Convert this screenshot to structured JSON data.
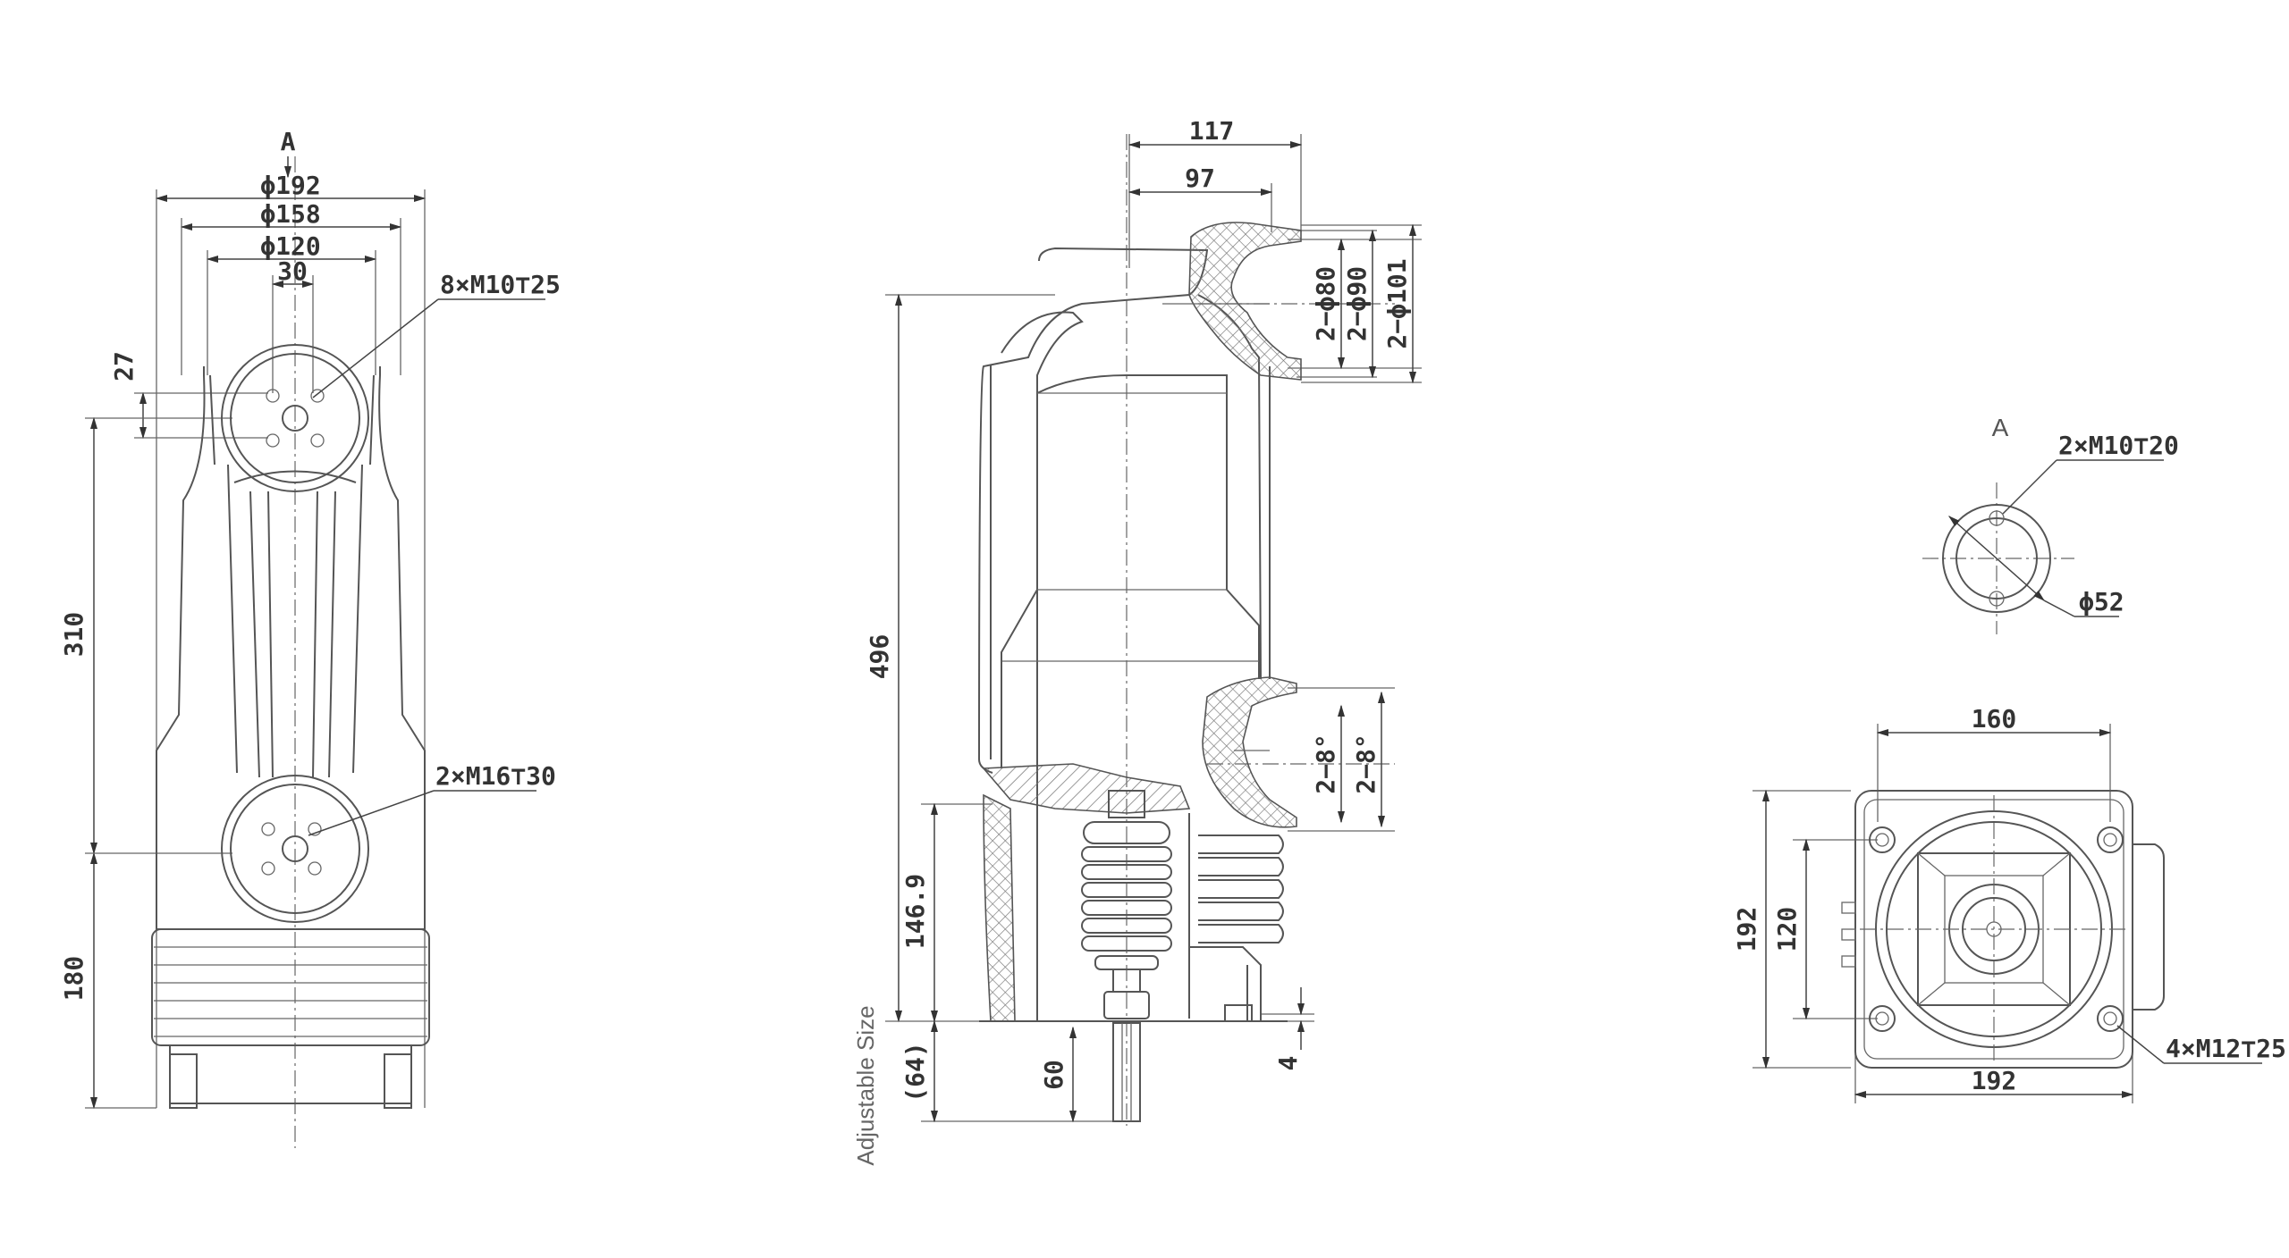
{
  "views": {
    "front": {
      "view_arrow": "A",
      "dim_phi192": "ϕ192",
      "dim_phi158": "ϕ158",
      "dim_phi120": "ϕ120",
      "dim_30": "30",
      "dim_27": "27",
      "dim_310": "310",
      "dim_180": "180",
      "note_top_holes": "8×M10⊤25",
      "note_bottom_holes": "2×M16⊤30"
    },
    "side": {
      "dim_117": "117",
      "dim_97": "97",
      "dim_2phi80": "2−ϕ80",
      "dim_2phi90": "2−ϕ90",
      "dim_2phi101": "2−ϕ101",
      "dim_496": "496",
      "dim_2_8_a": "2−8°",
      "dim_2_8_b": "2−8°",
      "dim_146_9": "146.9",
      "dim_64": "(64)",
      "dim_60": "60",
      "dim_4": "4",
      "adjustable_note": "Adjustable Size"
    },
    "view_a": {
      "label": "A",
      "note_holes": "2×M10⊤20",
      "dim_phi52": "ϕ52"
    },
    "bottom": {
      "dim_160": "160",
      "dim_192_left": "192",
      "dim_120": "120",
      "dim_192_bottom": "192",
      "note_holes": "4×M12⊤25"
    }
  }
}
